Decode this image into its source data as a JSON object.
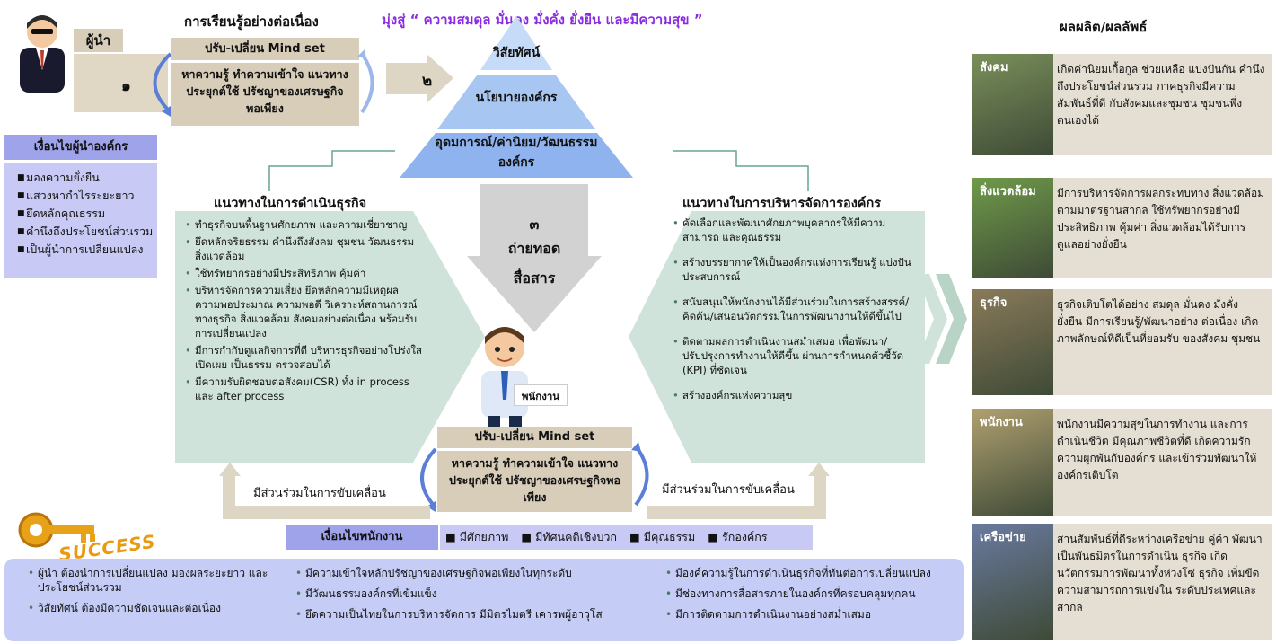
{
  "header": {
    "learning_title": "การเรียนรู้อย่างต่อเนื่อง",
    "goal": "มุ่งสู่ “ ความสมดุล มั่นคง มั่งคั่ง ยั่งยืน และมีความสุข ”",
    "outputs_title": "ผลผลิต/ผลลัพธ์"
  },
  "leader": {
    "label": "ผู้นำ",
    "step1": "๑"
  },
  "learning": {
    "mindset": "ปรับ-เปลี่ยน Mind set",
    "knowledge": "หาความรู้ ทำความเข้าใจ แนวทางประยุกต์ใช้ ปรัชญาของเศรษฐกิจพอเพียง",
    "step2": "๒"
  },
  "pyramid": {
    "vision": "วิสัยทัศน์",
    "policy": "นโยบายองค์กร",
    "culture": "อุดมการณ์/ค่านิยม/วัฒนธรรม องค์กร"
  },
  "leader_conditions": {
    "title": "เงื่อนไขผู้นำองค์กร",
    "items": [
      "มองความยั่งยืน",
      "แสวงหากำไรระยะยาว",
      "ยึดหลักคุณธรรม",
      "คำนึงถึงประโยชน์ส่วนรวม",
      "เป็นผู้นำการเปลี่ยนแปลง"
    ]
  },
  "business": {
    "title": "แนวทางในการดำเนินธุรกิจ",
    "items": [
      "ทำธุรกิจบนพื้นฐานศักยภาพ และความเชี่ยวชาญ",
      "ยึดหลักจริยธรรม คำนึงถึงสังคม ชุมชน วัฒนธรรม สิ่งแวดล้อม",
      "ใช้ทรัพยากรอย่างมีประสิทธิภาพ คุ้มค่า",
      "บริหารจัดการความเสี่ยง ยึดหลักความมีเหตุผล ความพอประมาณ ความพอดี วิเคราะห์สถานการณ์ทางธุรกิจ สิ่งแวดล้อม สังคมอย่างต่อเนื่อง พร้อมรับการเปลี่ยนแปลง",
      "มีการกำกับดูแลกิจการที่ดี บริหารธุรกิจอย่างโปร่งใส เปิดเผย เป็นธรรม ตรวจสอบได้",
      "มีความรับผิดชอบต่อสังคม(CSR) ทั้ง in process และ after process"
    ]
  },
  "management": {
    "title": "แนวทางในการบริหารจัดการองค์กร",
    "items": [
      "คัดเลือกและพัฒนาศักยภาพบุคลากรให้มีความสามารถ และคุณธรรม",
      "สร้างบรรยากาศให้เป็นองค์กรแห่งการเรียนรู้ แบ่งปันประสบการณ์",
      "สนับสนุนให้พนักงานได้มีส่วนร่วมในการสร้างสรรค์/คิดค้น/เสนอนวัตกรรมในการพัฒนางานให้ดีขึ้นไป",
      "ติดตามผลการดำเนินงานสม่ำเสมอ เพื่อพัฒนา/ปรับปรุงการทำงานให้ดีขึ้น ผ่านการกำหนดตัวชี้วัด (KPI) ที่ชัดเจน",
      "สร้างองค์กรแห่งความสุข"
    ]
  },
  "transfer": {
    "step3": "๓",
    "line1": "ถ่ายทอด",
    "line2": "สื่อสาร"
  },
  "employee": {
    "label": "พนักงาน",
    "mindset": "ปรับ-เปลี่ยน Mind set",
    "knowledge": "หาความรู้ ทำความเข้าใจ แนวทางประยุกต์ใช้ ปรัชญาของเศรษฐกิจพอเพียง",
    "participation_left": "มีส่วนร่วมในการขับเคลื่อน",
    "participation_right": "มีส่วนร่วมในการขับเคลื่อน",
    "conditions_title": "เงื่อนไขพนักงาน",
    "conditions": [
      "มีศักยภาพ",
      "มีทัศนคติเชิงบวก",
      "มีคุณธรรม",
      "รักองค์กร"
    ]
  },
  "success": {
    "logo_text": "SUCCESS",
    "col1": [
      "ผู้นำ ต้องนำการเปลี่ยนแปลง มองผลระยะยาว และประโยชน์ส่วนรวม",
      "วิสัยทัศน์ ต้องมีความชัดเจนและต่อเนื่อง"
    ],
    "col2": [
      "มีความเข้าใจหลักปรัชญาของเศรษฐกิจพอเพียงในทุกระดับ",
      "มีวัฒนธรรมองค์กรที่เข้มแข็ง",
      "ยึดความเป็นไทยในการบริหารจัดการ มีมิตรไมตรี เคารพผู้อาวุโส"
    ],
    "col3": [
      "มีองค์ความรู้ในการดำเนินธุรกิจที่ทันต่อการเปลี่ยนแปลง",
      "มีช่องทางการสื่อสารภายในองค์กรที่ครอบคลุมทุกคน",
      "มีการติดตามการดำเนินงานอย่างสม่ำเสมอ"
    ]
  },
  "outputs": [
    {
      "tag": "สังคม",
      "text": "เกิดค่านิยมเกื้อกูล ช่วยเหลือ แบ่งปันกัน คำนึงถึงประโยชน์ส่วนรวม ภาคธุรกิจมีความสัมพันธ์ที่ดี กับสังคมและชุมชน ชุมชนพึ่งตนเองได้"
    },
    {
      "tag": "สิ่งแวดล้อม",
      "text": "มีการบริหารจัดการผลกระทบทาง สิ่งแวดล้อมตามมาตรฐานสากล ใช้ทรัพยากรอย่างมีประสิทธิภาพ คุ้มค่า สิ่งแวดล้อมได้รับการดูแลอย่างยั่งยืน"
    },
    {
      "tag": "ธุรกิจ",
      "text": "ธุรกิจเติบโตได้อย่าง สมดุล มั่นคง มั่งคั่ง ยั่งยืน มีการเรียนรู้/พัฒนาอย่าง ต่อเนื่อง เกิดภาพลักษณ์ที่ดีเป็นที่ยอมรับ ของสังคม ชุมชน"
    },
    {
      "tag": "พนักงาน",
      "text": "พนักงานมีความสุขในการทำงาน และการดำเนินชีวิต มีคุณภาพชีวิตที่ดี เกิดความรัก ความผูกพันกับองค์กร และเข้าร่วมพัฒนาให้องค์กรเติบโต"
    },
    {
      "tag": "เครือข่าย",
      "text": "สานสัมพันธ์ที่ดีระหว่างเครือข่าย คู่ค้า พัฒนาเป็นพันธมิตรในการดำเนิน ธุรกิจ เกิดนวัตกรรมการพัฒนาทั้งห่วงโซ่ ธุรกิจ เพิ่มขีดความสามารถการแข่งใน ระดับประเทศและสากล"
    }
  ],
  "colors": {
    "accent": "#4b6fd6",
    "beige": "#d7cdb8",
    "lavender": "#c8c9f4",
    "mint": "#cfe3db",
    "goal": "#8a2be2"
  }
}
